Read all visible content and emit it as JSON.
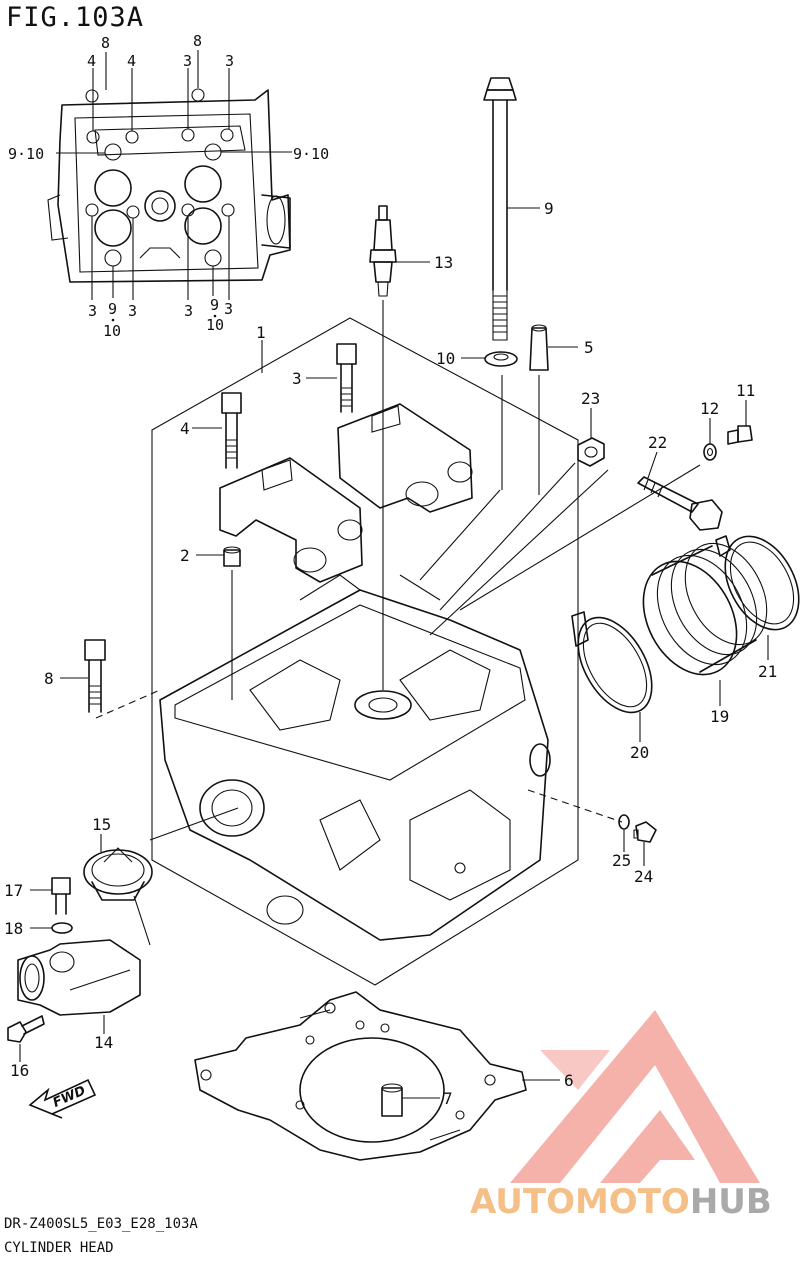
{
  "figure": {
    "title": "FIG.103A",
    "model_code": "DR-Z400SL5_E03_E28_103A",
    "caption": "CYLINDER HEAD"
  },
  "top_view_labels": {
    "t8a": "8",
    "t8b": "8",
    "t4a": "4",
    "t4b": "4",
    "t3a": "3",
    "t3b": "3",
    "t910l": "9·10",
    "t910r": "9·10",
    "b3a": "3",
    "b9a": "9",
    "b3b": "3",
    "b10a": "10",
    "b3c": "3",
    "b9b": "9",
    "b3d": "3",
    "b10b": "10"
  },
  "part_callouts": {
    "p1": "1",
    "p2": "2",
    "p3": "3",
    "p4": "4",
    "p5": "5",
    "p6": "6",
    "p7": "7",
    "p8": "8",
    "p9": "9",
    "p10": "10",
    "p11": "11",
    "p12": "12",
    "p13": "13",
    "p14": "14",
    "p15": "15",
    "p16": "16",
    "p17": "17",
    "p18": "18",
    "p19": "19",
    "p20": "20",
    "p21": "21",
    "p22": "22",
    "p23": "23",
    "p24": "24",
    "p25": "25"
  },
  "direction_marker": {
    "label": "FWD"
  },
  "watermark": {
    "brand": "AUTOMOTOHUB",
    "color_main": "#f08a80",
    "color_hub": "#a8a8a8",
    "color_auto": "#f5c08a"
  }
}
